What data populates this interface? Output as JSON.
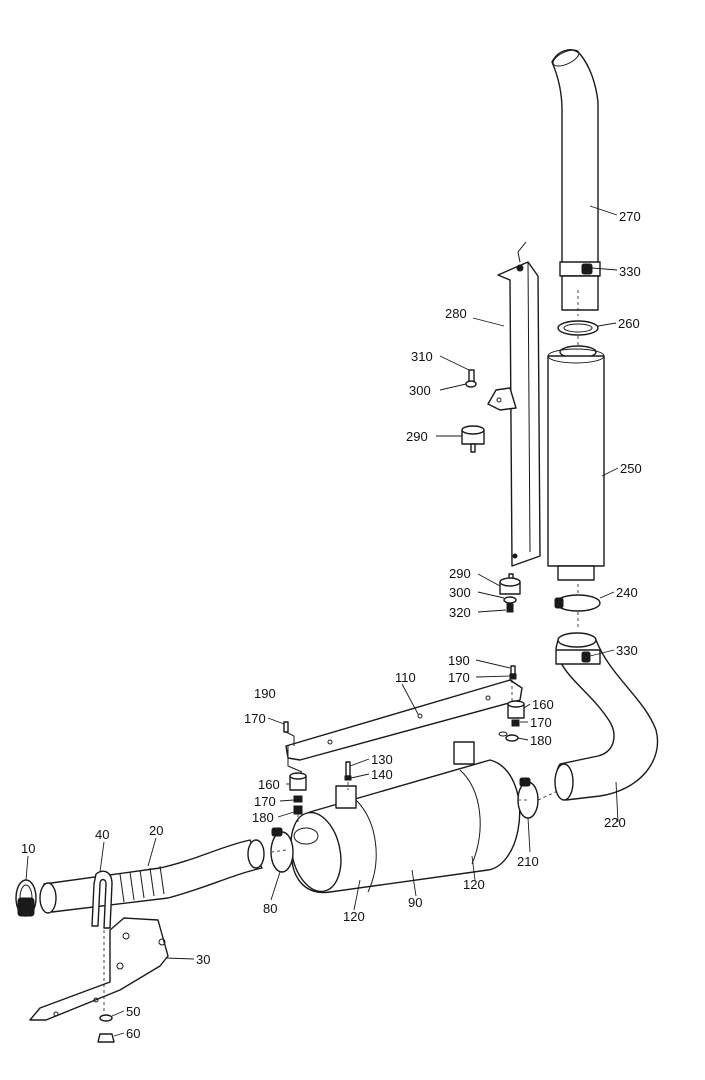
{
  "callouts": [
    {
      "id": "c270",
      "text": "270"
    },
    {
      "id": "c330a",
      "text": "330"
    },
    {
      "id": "c260",
      "text": "260"
    },
    {
      "id": "c280",
      "text": "280"
    },
    {
      "id": "c310",
      "text": "310"
    },
    {
      "id": "c300a",
      "text": "300"
    },
    {
      "id": "c290a",
      "text": "290"
    },
    {
      "id": "c250",
      "text": "250"
    },
    {
      "id": "c290b",
      "text": "290"
    },
    {
      "id": "c300b",
      "text": "300"
    },
    {
      "id": "c320",
      "text": "320"
    },
    {
      "id": "c240",
      "text": "240"
    },
    {
      "id": "c330b",
      "text": "330"
    },
    {
      "id": "c190a",
      "text": "190"
    },
    {
      "id": "c170a",
      "text": "170"
    },
    {
      "id": "c110",
      "text": "110"
    },
    {
      "id": "c190b",
      "text": "190"
    },
    {
      "id": "c170b",
      "text": "170"
    },
    {
      "id": "c160a",
      "text": "160"
    },
    {
      "id": "c170c",
      "text": "170"
    },
    {
      "id": "c180a",
      "text": "180"
    },
    {
      "id": "c130",
      "text": "130"
    },
    {
      "id": "c140",
      "text": "140"
    },
    {
      "id": "c160b",
      "text": "160"
    },
    {
      "id": "c170d",
      "text": "170"
    },
    {
      "id": "c180b",
      "text": "180"
    },
    {
      "id": "c220",
      "text": "220"
    },
    {
      "id": "c210",
      "text": "210"
    },
    {
      "id": "c10",
      "text": "10"
    },
    {
      "id": "c40",
      "text": "40"
    },
    {
      "id": "c20",
      "text": "20"
    },
    {
      "id": "c80",
      "text": "80"
    },
    {
      "id": "c120a",
      "text": "120"
    },
    {
      "id": "c90",
      "text": "90"
    },
    {
      "id": "c120b",
      "text": "120"
    },
    {
      "id": "c30",
      "text": "30"
    },
    {
      "id": "c50",
      "text": "50"
    },
    {
      "id": "c60",
      "text": "60"
    }
  ]
}
